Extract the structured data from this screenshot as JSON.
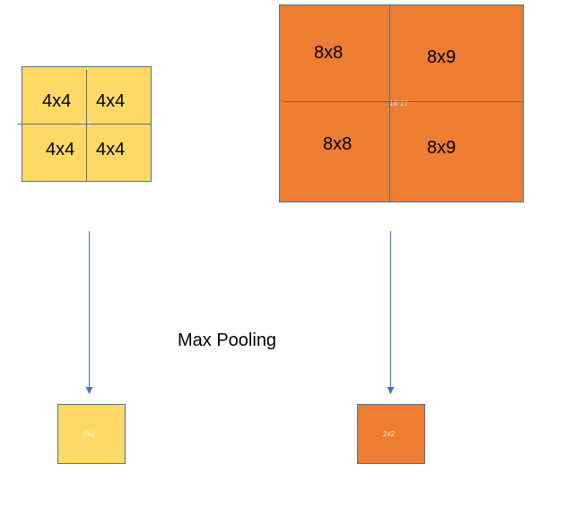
{
  "small_input": {
    "top_left": "4x4",
    "top_right": "4x4",
    "bottom_left": "4x4",
    "bottom_right": "4x4",
    "size_label": "8x8",
    "color": "#ffd966"
  },
  "large_input": {
    "top_left": "8x8",
    "top_right": "8x9",
    "bottom_left": "8x8",
    "bottom_right": "8x9",
    "size_label": "16*17",
    "color": "#ed7d31"
  },
  "caption": "Max Pooling",
  "small_output": {
    "label": "2x2",
    "color": "#ffd966"
  },
  "large_output": {
    "label": "2x2",
    "color": "#ed7d31"
  },
  "arrow_color": "#4472c4",
  "border_color": "#5b6f86"
}
